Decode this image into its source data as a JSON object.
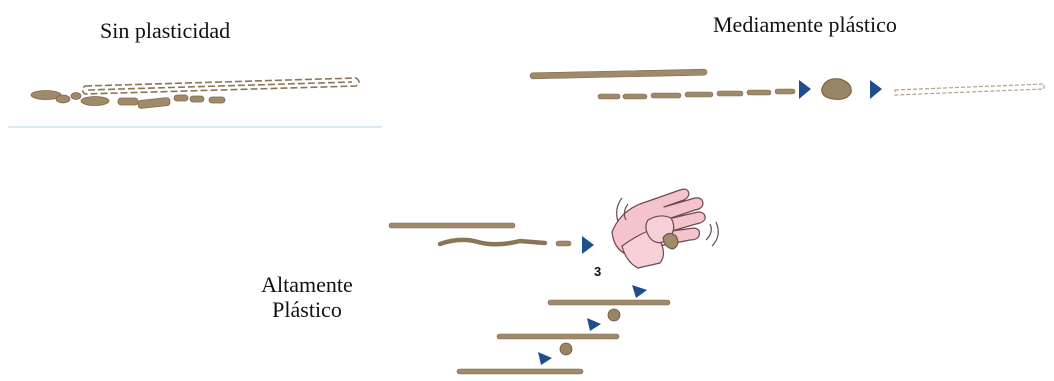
{
  "labels": {
    "no_plasticity": "Sin plasticidad",
    "medium_plastic": "Mediamente plástico",
    "high_plastic_line1": "Altamente",
    "high_plastic_line2": "Plástico",
    "step_number": "3"
  },
  "colors": {
    "soil": "#a08a6a",
    "soil_dark": "#8b7556",
    "arrow": "#1f4e8c",
    "hand": "#f4c3cc",
    "hand_outline": "#6b4a52"
  },
  "icons": [
    "arrow-icon",
    "hands-icon",
    "soil-ball-icon"
  ]
}
